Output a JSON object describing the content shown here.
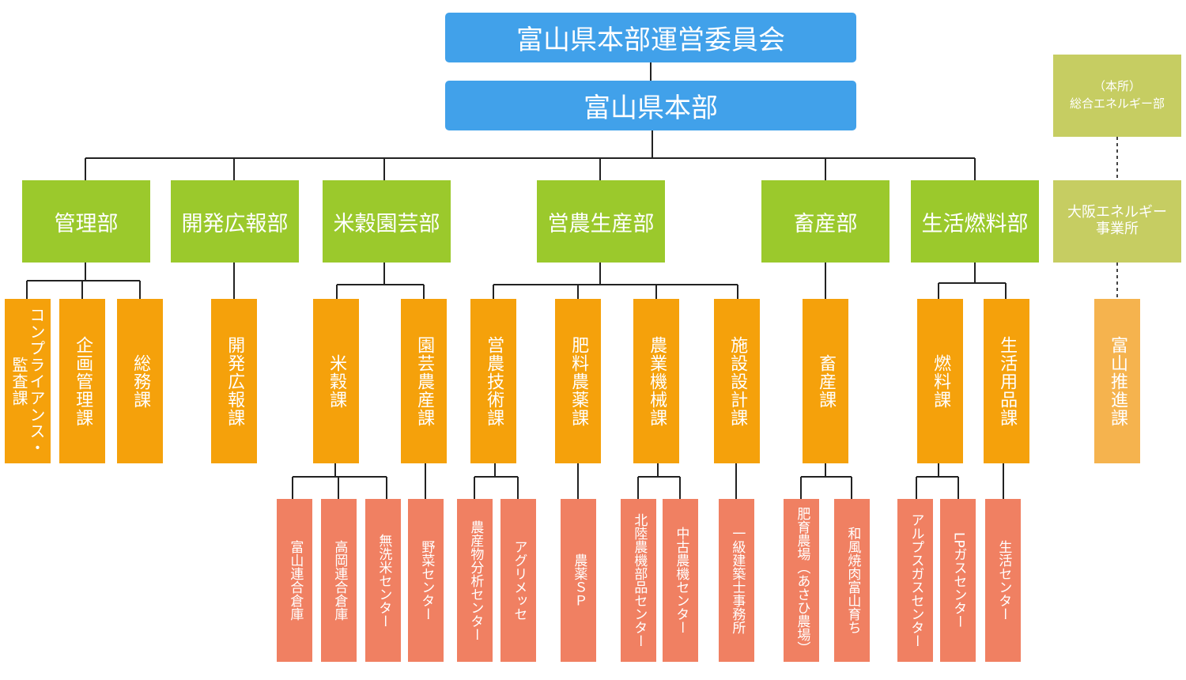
{
  "committee": "富山県本部運営委員会",
  "honbu": "富山県本部",
  "departments": [
    {
      "name": "管理部",
      "sections": [
        "コンプライアンス・監査課",
        "企画管理課",
        "総務課"
      ],
      "subs": []
    },
    {
      "name": "開発広報部",
      "sections": [
        "開発広報課"
      ],
      "subs": []
    },
    {
      "name": "米穀園芸部",
      "sections": [
        "米穀課",
        "園芸農産課"
      ],
      "subs": [
        "富山連合倉庫",
        "高岡連合倉庫",
        "無洗米センター",
        "野菜センター"
      ]
    },
    {
      "name": "営農生産部",
      "sections": [
        "営農技術課",
        "肥料農薬課",
        "農業機械課",
        "施設設計課"
      ],
      "subs": [
        "農産物分析センター",
        "アグリメッセ",
        "農薬ＳＰ",
        "北陸農機部品センター",
        "中古農機センター",
        "一級建築士事務所"
      ]
    },
    {
      "name": "畜産部",
      "sections": [
        "畜産課"
      ],
      "subs": [
        "肥育農場（あさひ農場）",
        "和風焼肉富山育ち"
      ]
    },
    {
      "name": "生活燃料部",
      "sections": [
        "燃料課",
        "生活用品課"
      ],
      "subs": [
        "アルプスガスセンター",
        "LPガスセンター",
        "生活センター"
      ]
    }
  ],
  "energy": {
    "head_line1": "（本所）",
    "head_line2": "総合エネルギー部",
    "osaka_line1": "大阪エネルギー",
    "osaka_line2": "事業所",
    "toyama": "富山推進課"
  },
  "colors": {
    "top": "#41a1ea",
    "department": "#9bc92c",
    "section": "#f5a10b",
    "subunit": "#f08062",
    "energy": "#c6cd62",
    "toyama": "#f5b34e",
    "line": "#222222"
  }
}
